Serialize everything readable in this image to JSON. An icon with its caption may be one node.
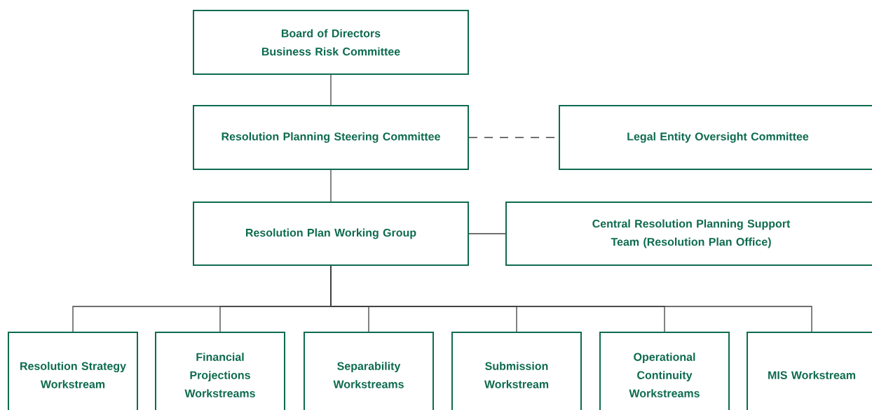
{
  "diagram": {
    "nodes": [
      {
        "text": [
          "Board of Directors",
          "Business Risk Committee"
        ]
      },
      {
        "text": [
          "Resolution Planning Steering Committee"
        ]
      },
      {
        "text": [
          "Legal Entity Oversight Committee"
        ]
      },
      {
        "text": [
          "Resolution Plan Working Group"
        ]
      },
      {
        "text": [
          "Central Resolution Planning Support Team (Resolution Plan Office)"
        ]
      },
      {
        "text": [
          "Resolution Strategy Workstream"
        ]
      },
      {
        "text": [
          "Financial Projections Workstreams"
        ]
      },
      {
        "text": [
          "Separability Workstreams"
        ]
      },
      {
        "text": [
          "Submission Workstream"
        ]
      },
      {
        "text": [
          "Operational Continuity Workstreams"
        ]
      },
      {
        "text": [
          "MIS Workstream"
        ]
      }
    ],
    "edges": [
      {
        "from": 0,
        "to": 1,
        "arrow": "none"
      },
      {
        "from": 1,
        "to": 2,
        "arrow": "none",
        "style": "dashed"
      },
      {
        "from": 1,
        "to": 3,
        "arrow": "none"
      },
      {
        "from": 3,
        "to": 4,
        "arrow": "none"
      },
      {
        "from": 3,
        "to": 5,
        "arrow": "none"
      },
      {
        "from": 3,
        "to": 6,
        "arrow": "none"
      },
      {
        "from": 3,
        "to": 7,
        "arrow": "none"
      },
      {
        "from": 3,
        "to": 8,
        "arrow": "none"
      },
      {
        "from": 3,
        "to": 9,
        "arrow": "none"
      },
      {
        "from": 3,
        "to": 10,
        "arrow": "none"
      }
    ]
  }
}
